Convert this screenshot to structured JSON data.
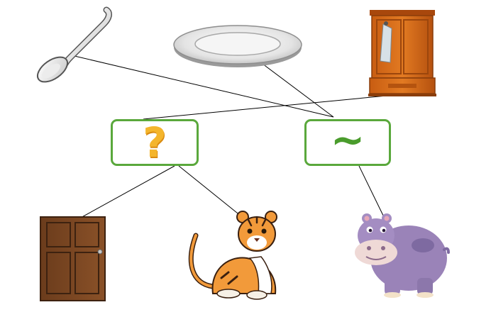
{
  "diagram": {
    "left_box": {
      "symbol": "?",
      "symbol_color": "#f4b52c"
    },
    "right_box": {
      "symbol": "~",
      "symbol_color": "#4a9c2c"
    },
    "border_color": "#5aa83c",
    "items": [
      {
        "name": "spoon",
        "links_to": "right_box"
      },
      {
        "name": "plate",
        "links_to": "right_box"
      },
      {
        "name": "wardrobe",
        "links_to": "left_box"
      },
      {
        "name": "door",
        "links_to": "left_box"
      },
      {
        "name": "tiger",
        "links_to": "left_box"
      },
      {
        "name": "hippo",
        "links_to": "right_box"
      }
    ]
  }
}
